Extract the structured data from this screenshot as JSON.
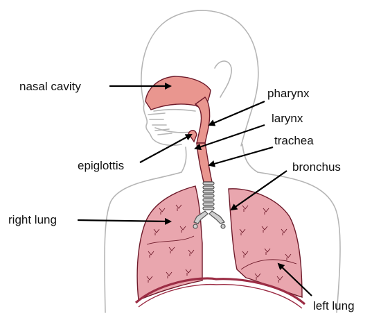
{
  "colors": {
    "organ_fill": "#e9a6ae",
    "airway_fill": "#e9968f",
    "diaphragm": "#9c2d45",
    "outline": "#b5b5b5",
    "label": "#111111",
    "arrow": "#000000"
  },
  "labels": {
    "nasal_cavity": "nasal cavity",
    "pharynx": "pharynx",
    "larynx": "larynx",
    "trachea": "trachea",
    "epiglottis": "epiglottis",
    "bronchus": "bronchus",
    "right_lung": "right lung",
    "left_lung": "left lung"
  }
}
